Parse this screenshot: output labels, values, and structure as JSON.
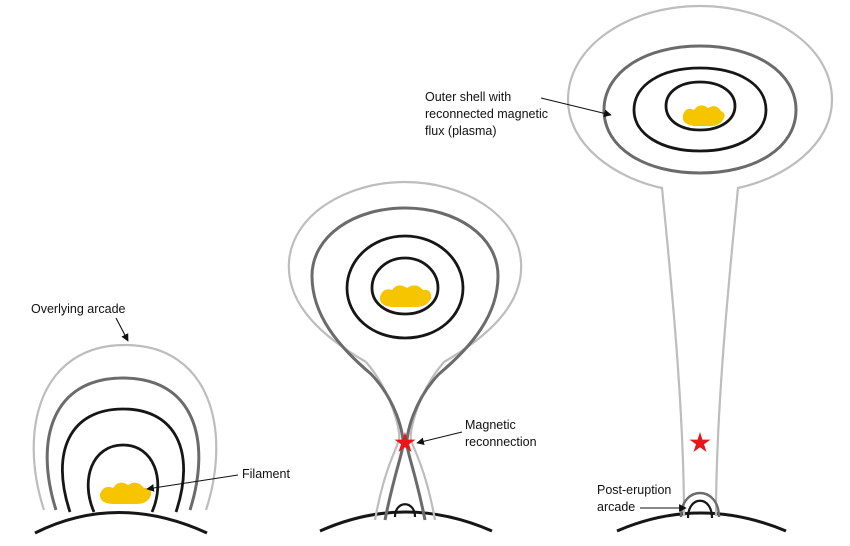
{
  "colors": {
    "filament": "#f7c400",
    "star": "#e8151b",
    "outer_line": "#bdbdbd",
    "middle_line": "#6b6b6b",
    "inner_line": "#161616"
  },
  "labels": {
    "overlying_arcade": "Overlying arcade",
    "filament": "Filament",
    "magnetic_reconnection": [
      "Magnetic",
      "reconnection"
    ],
    "outer_shell": [
      "Outer shell with",
      "reconnected magnetic",
      "flux (plasma)"
    ],
    "post_eruption_arcade": [
      "Post-eruption",
      "arcade"
    ]
  }
}
